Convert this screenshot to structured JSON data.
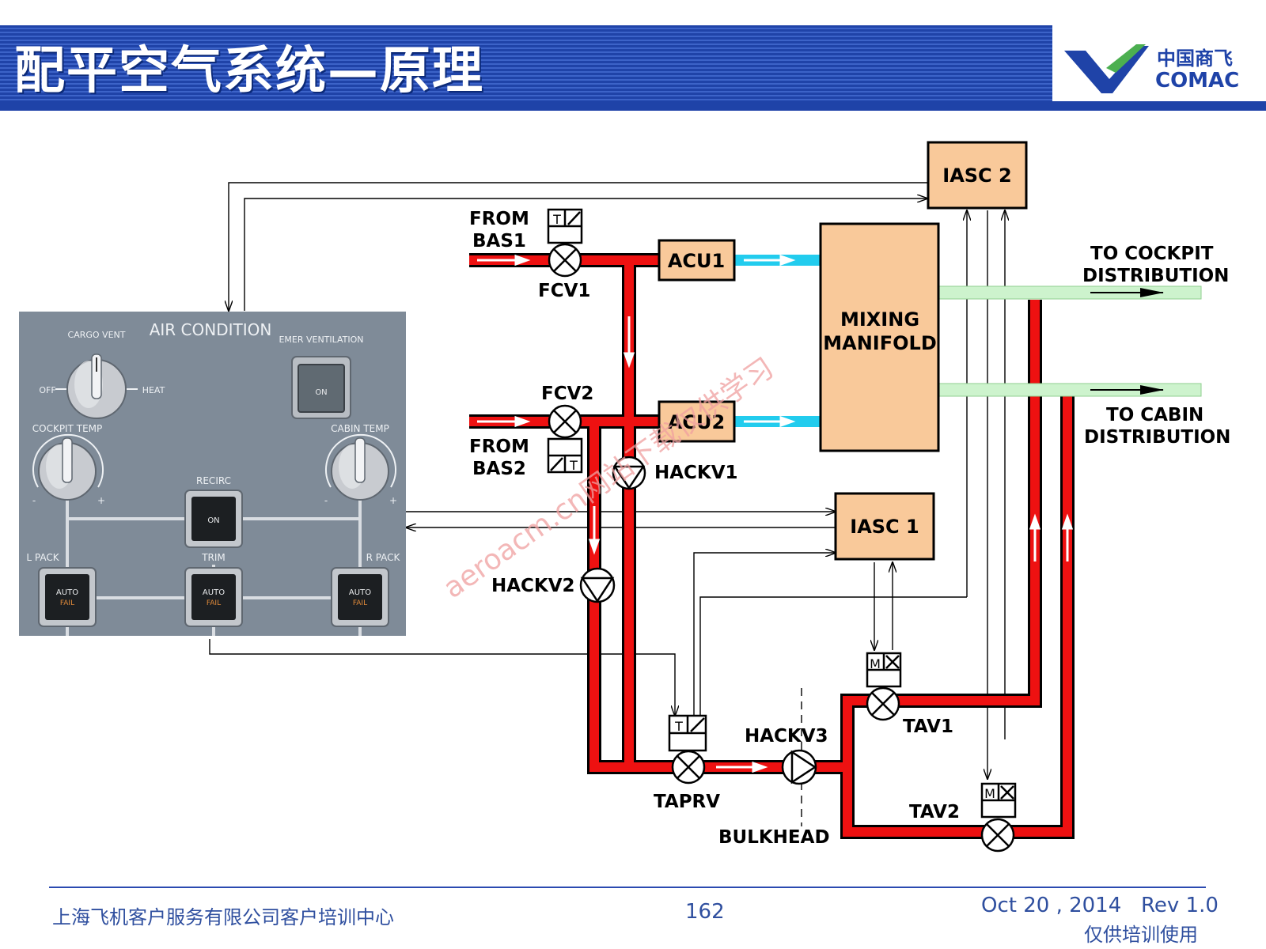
{
  "header": {
    "title": "配平空气系统—原理",
    "logo_cn": "中国商飞",
    "logo_en": "COMAC"
  },
  "panel": {
    "title": "AIR CONDITION",
    "cargo_vent": "CARGO VENT",
    "off": "OFF",
    "heat": "HEAT",
    "emer_ventilation": "EMER VENTILATION",
    "on": "ON",
    "cockpit_temp": "COCKPIT TEMP",
    "cabin_temp": "CABIN TEMP",
    "recirc": "RECIRC",
    "l_pack": "L PACK",
    "trim": "TRIM",
    "r_pack": "R PACK",
    "auto": "AUTO",
    "fail": "FAIL",
    "minus": "-",
    "plus": "+"
  },
  "diagram": {
    "iasc2": "IASC 2",
    "iasc1": "IASC 1",
    "acu1": "ACU1",
    "acu2": "ACU2",
    "mixing": "MIXING",
    "manifold": "MANIFOLD",
    "from": "FROM",
    "bas1": "BAS1",
    "bas2": "BAS2",
    "fcv1": "FCV1",
    "fcv2": "FCV2",
    "hackv1": "HACKV1",
    "hackv2": "HACKV2",
    "hackv3": "HACKV3",
    "taprv": "TAPRV",
    "tav1": "TAV1",
    "tav2": "TAV2",
    "bulkhead": "BULKHEAD",
    "to_cockpit": "TO COCKPIT",
    "to_cabin": "TO CABIN",
    "distribution": "DISTRIBUTION",
    "t": "T",
    "m": "M"
  },
  "watermark": "aeroacm.cn网站下载仅供学习",
  "footer": {
    "left": "上海飞机客户服务有限公司客户培训中心",
    "page": "162",
    "date": "Oct 20 , 2014",
    "rev": "Rev 1.0",
    "note": "仅供培训使用"
  },
  "colors": {
    "header_blue": "#1f43a8",
    "hot_air_red": "#ee1111",
    "cold_air_cyan": "#22ccee",
    "distribution_green": "#cdf3cd",
    "box_fill": "#f9c99a",
    "panel_gray": "#7f8b98"
  }
}
